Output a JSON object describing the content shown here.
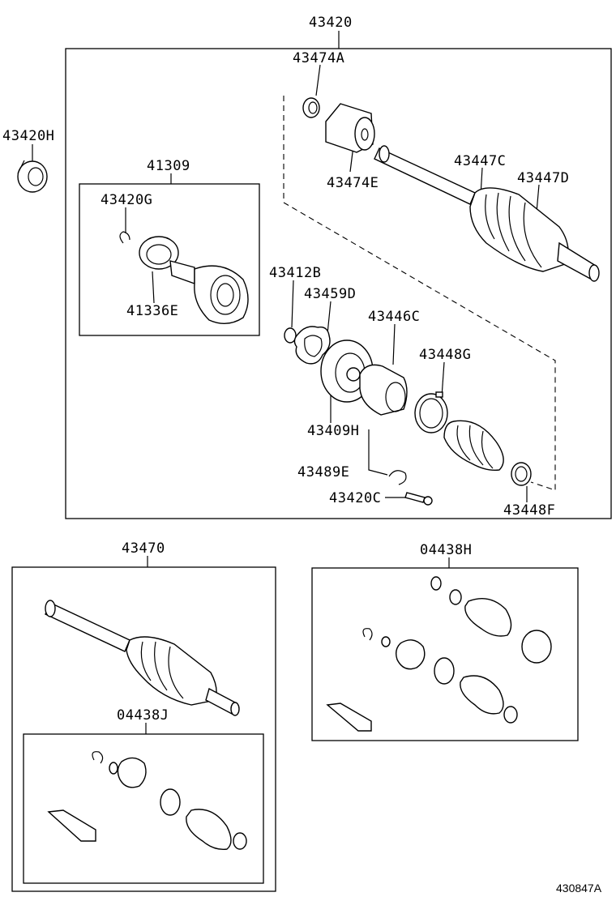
{
  "diagram": {
    "part_numbers": {
      "p43420": "43420",
      "p43474A": "43474A",
      "p43420H": "43420H",
      "p43474E": "43474E",
      "p41309": "41309",
      "p43447C": "43447C",
      "p43447D": "43447D",
      "p43420G": "43420G",
      "p41336E": "41336E",
      "p43412B": "43412B",
      "p43459D": "43459D",
      "p43446C": "43446C",
      "p43448G": "43448G",
      "p43409H": "43409H",
      "p43489E": "43489E",
      "p43420C": "43420C",
      "p43448F": "43448F",
      "p43470": "43470",
      "p04438H": "04438H",
      "p04438J": "04438J"
    },
    "figure_code": "430847A"
  }
}
